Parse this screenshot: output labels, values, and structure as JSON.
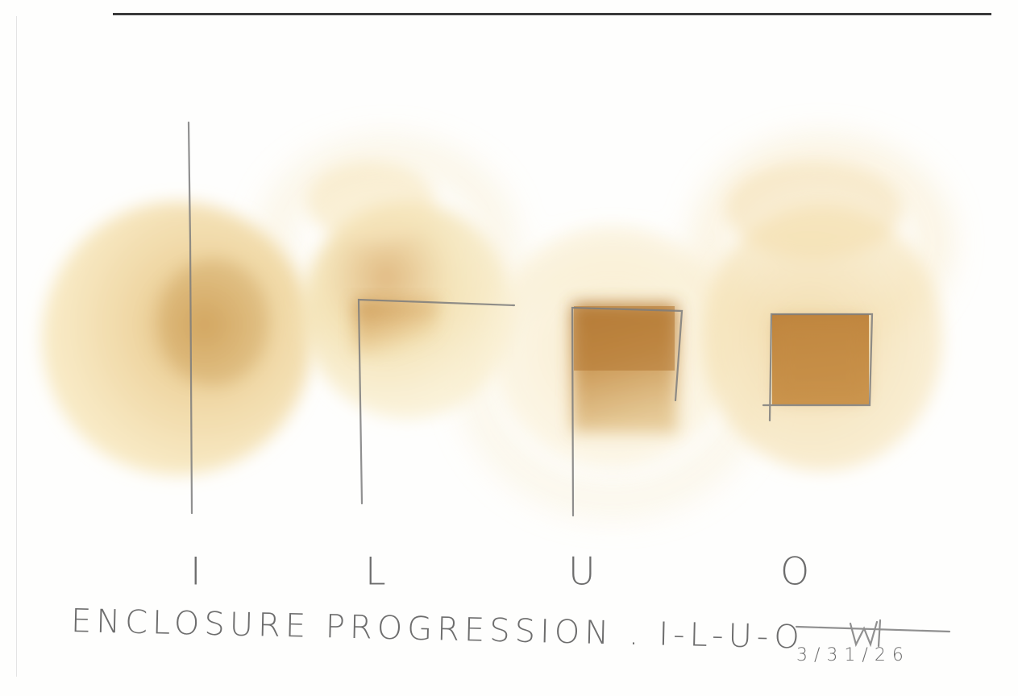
{
  "letters": [
    "I",
    "L",
    "U",
    "O"
  ],
  "caption": "ENCLOSURE PROGRESSION . I-L-U-O",
  "date": "3/31/26",
  "colors": {
    "paper": "#fefefd",
    "wash_light": "#f7e6b4",
    "wash_mid": "#e7c27c",
    "wash_dark": "#b77a30",
    "pencil": "#6d6d6d"
  }
}
